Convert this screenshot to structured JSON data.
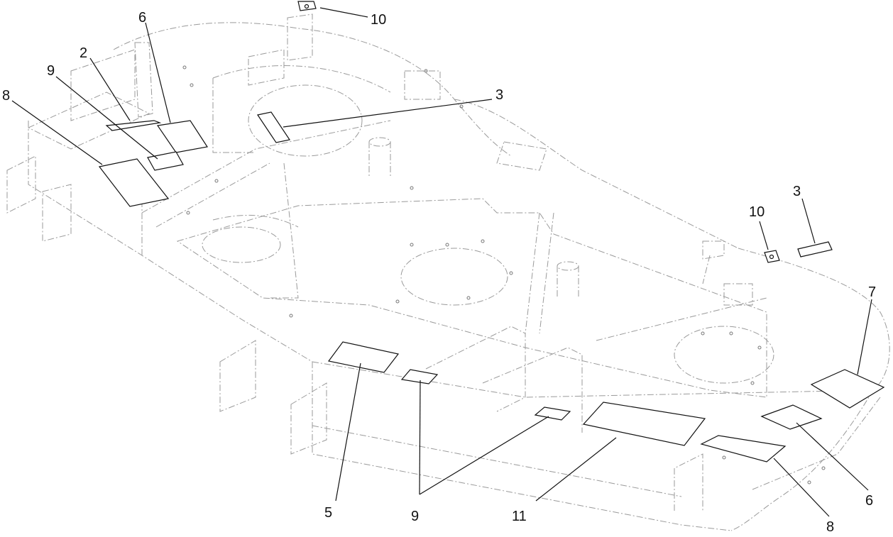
{
  "callouts": {
    "c10_top": "10",
    "c6_top": "6",
    "c2": "2",
    "c9_top": "9",
    "c8_top": "8",
    "c3_center": "3",
    "c3_right": "3",
    "c10_right": "10",
    "c7": "7",
    "c6_right": "6",
    "c8_right": "8",
    "c5": "5",
    "c9_bottom": "9",
    "c11": "11"
  }
}
